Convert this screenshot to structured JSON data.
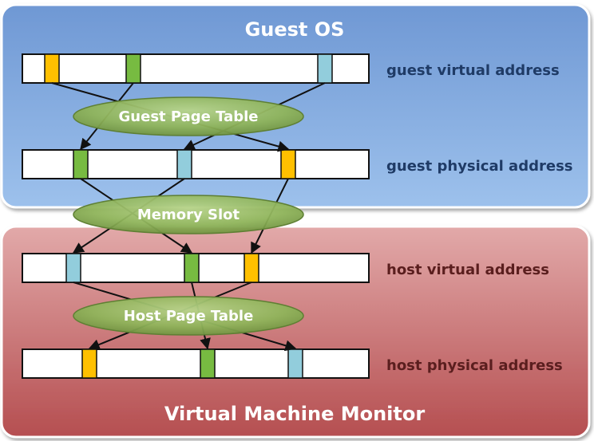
{
  "guest_region": {
    "title": "Guest OS"
  },
  "host_region": {
    "title": "Virtual Machine Monitor"
  },
  "address_spaces": [
    {
      "id": "gva",
      "label": "guest virtual address",
      "label_color": "#1f3b66"
    },
    {
      "id": "gpa",
      "label": "guest physical address",
      "label_color": "#1f3b66"
    },
    {
      "id": "hva",
      "label": "host virtual address",
      "label_color": "#5a1e1e"
    },
    {
      "id": "hpa",
      "label": "host physical address",
      "label_color": "#5a1e1e"
    }
  ],
  "translation_tables": [
    {
      "id": "guest-page-table",
      "label": "Guest Page Table"
    },
    {
      "id": "memory-slot",
      "label": "Memory Slot"
    },
    {
      "id": "host-page-table",
      "label": "Host Page Table"
    }
  ],
  "page_colors": {
    "orange": "#ffc000",
    "green": "#77bb41",
    "blue": "#92cddc"
  }
}
